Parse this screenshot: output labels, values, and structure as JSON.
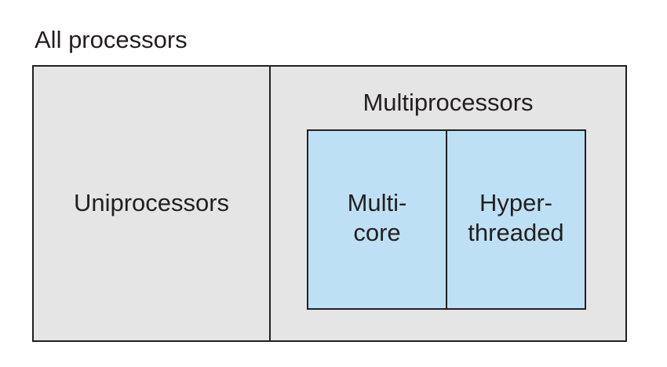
{
  "title": "All processors",
  "uniprocessors": {
    "label": "Uniprocessors"
  },
  "multiprocessors": {
    "label": "Multiprocessors",
    "multicore": {
      "line1": "Multi-",
      "line2": "core"
    },
    "hyperthreaded": {
      "line1": "Hyper-",
      "line2": "threaded"
    }
  },
  "colors": {
    "outer_fill": "#e5e5e6",
    "inner_fill": "#bde0f4",
    "stroke": "#231f20",
    "text": "#231f20"
  }
}
